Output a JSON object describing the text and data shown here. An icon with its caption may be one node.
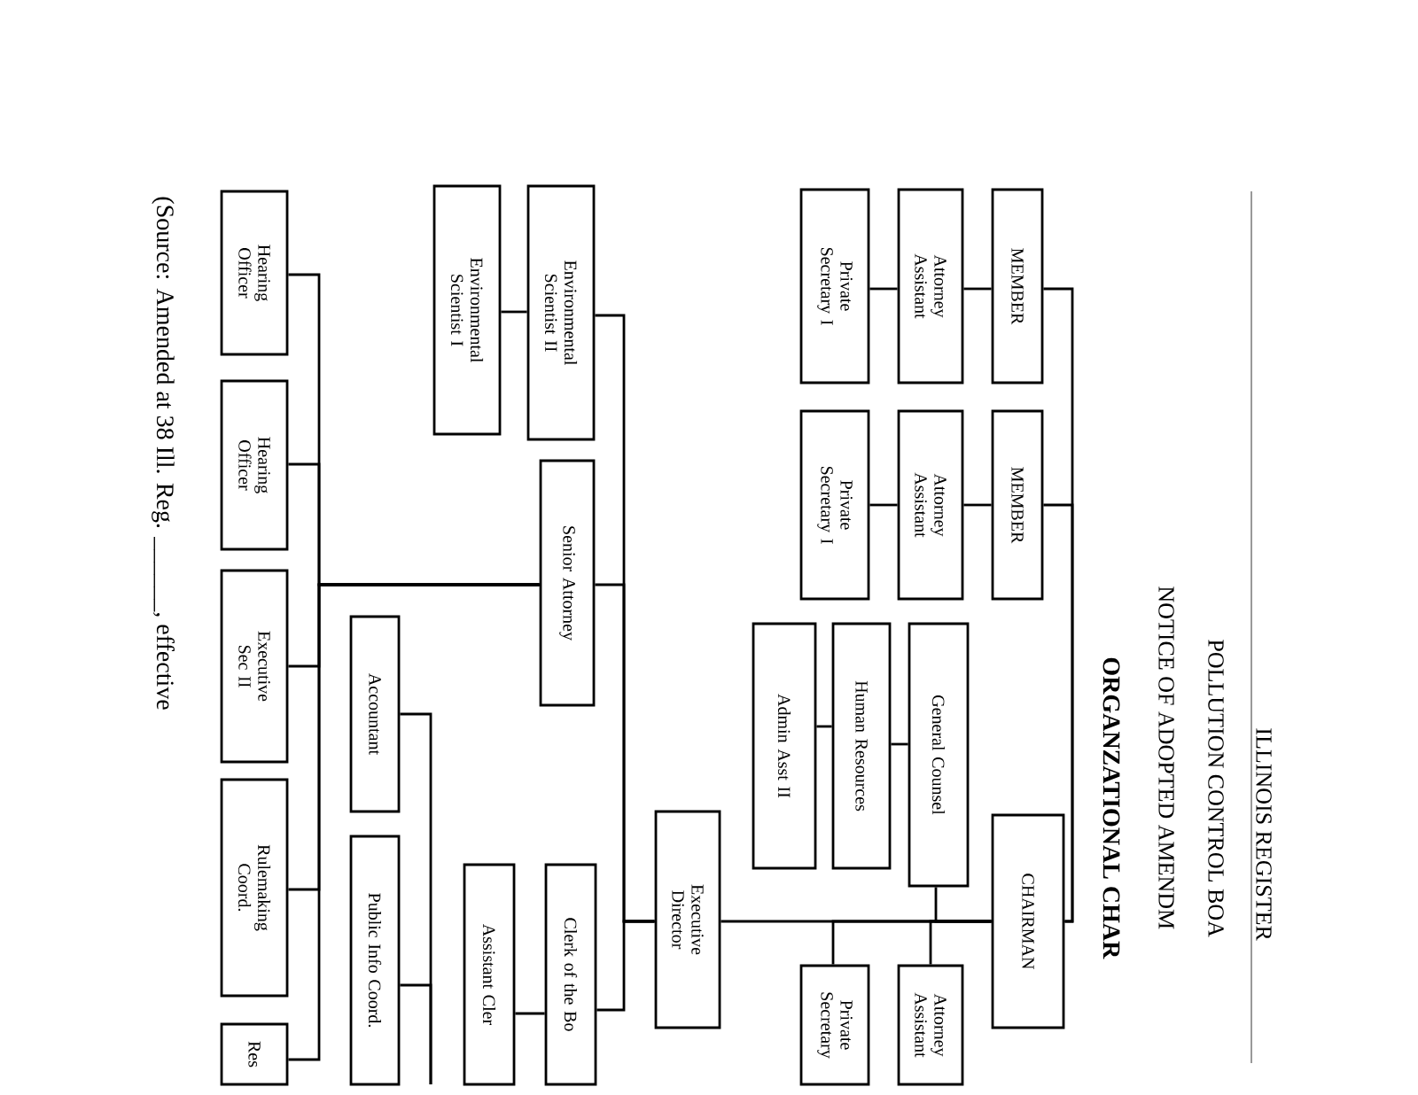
{
  "diagram": {
    "title": "ORGANZATIONAL CHAR",
    "nodes": [
      {
        "text": [
          "MEMBER"
        ]
      },
      {
        "text": [
          "Attorney Assistant"
        ]
      },
      {
        "text": [
          "Private Secretary I"
        ]
      },
      {
        "text": [
          "MEMBER"
        ]
      },
      {
        "text": [
          "Attorney Assistant"
        ]
      },
      {
        "text": [
          "Private Secretary I"
        ]
      },
      {
        "text": [
          "CHAIRMAN"
        ]
      },
      {
        "text": [
          "General Counsel"
        ]
      },
      {
        "text": [
          "Human Resources"
        ]
      },
      {
        "text": [
          "Admin Asst II"
        ]
      },
      {
        "text": [
          "Attorney Assistant"
        ]
      },
      {
        "text": [
          "Private Secretary"
        ]
      },
      {
        "text": [
          "Executive Director"
        ]
      },
      {
        "text": [
          "Environmental Scientist II"
        ]
      },
      {
        "text": [
          "Environmental Scientist I"
        ]
      },
      {
        "text": [
          "Senior Attorney"
        ]
      },
      {
        "text": [
          "Clerk of the Bo"
        ]
      },
      {
        "text": [
          "Assistant Cler"
        ]
      },
      {
        "text": [
          "Accountant"
        ]
      },
      {
        "text": [
          "Public Info Coord."
        ]
      },
      {
        "text": [
          "Hearing Officer"
        ]
      },
      {
        "text": [
          "Hearing Officer"
        ]
      },
      {
        "text": [
          "Executive Sec II"
        ]
      },
      {
        "text": [
          "Rulemaking Coord."
        ]
      },
      {
        "text": [
          "Res"
        ]
      }
    ],
    "edges": [
      {
        "from": 0,
        "to": 1,
        "arrow": "none"
      },
      {
        "from": 1,
        "to": 2,
        "arrow": "none"
      },
      {
        "from": 3,
        "to": 4,
        "arrow": "none"
      },
      {
        "from": 4,
        "to": 5,
        "arrow": "none"
      },
      {
        "from": 6,
        "to": 0,
        "arrow": "none"
      },
      {
        "from": 6,
        "to": 3,
        "arrow": "none"
      },
      {
        "from": 6,
        "to": 7,
        "arrow": "none"
      },
      {
        "from": 6,
        "to": 10,
        "arrow": "none"
      },
      {
        "from": 6,
        "to": 11,
        "arrow": "none"
      },
      {
        "from": 6,
        "to": 12,
        "arrow": "none"
      },
      {
        "from": 7,
        "to": 8,
        "arrow": "none"
      },
      {
        "from": 8,
        "to": 9,
        "arrow": "none"
      },
      {
        "from": 12,
        "to": 13,
        "arrow": "none"
      },
      {
        "from": 13,
        "to": 14,
        "arrow": "none"
      },
      {
        "from": 12,
        "to": 15,
        "arrow": "none"
      },
      {
        "from": 12,
        "to": 16,
        "arrow": "none"
      },
      {
        "from": 16,
        "to": 17,
        "arrow": "none"
      },
      {
        "from": 15,
        "to": 20,
        "arrow": "none"
      },
      {
        "from": 15,
        "to": 21,
        "arrow": "none"
      },
      {
        "from": 15,
        "to": 22,
        "arrow": "none"
      },
      {
        "from": 15,
        "to": 23,
        "arrow": "none"
      },
      {
        "from": 15,
        "to": 24,
        "arrow": "none"
      },
      {
        "from": null,
        "to": 18,
        "arrow": "none"
      },
      {
        "from": null,
        "to": 19,
        "arrow": "none"
      }
    ],
    "labels": [
      "ILLINOIS REGISTER",
      "POLLUTION CONTROL BOA",
      "NOTICE OF ADOPTED AMENDM",
      "(Source: Amended at 38 Ill. Reg. ______, effective"
    ]
  }
}
